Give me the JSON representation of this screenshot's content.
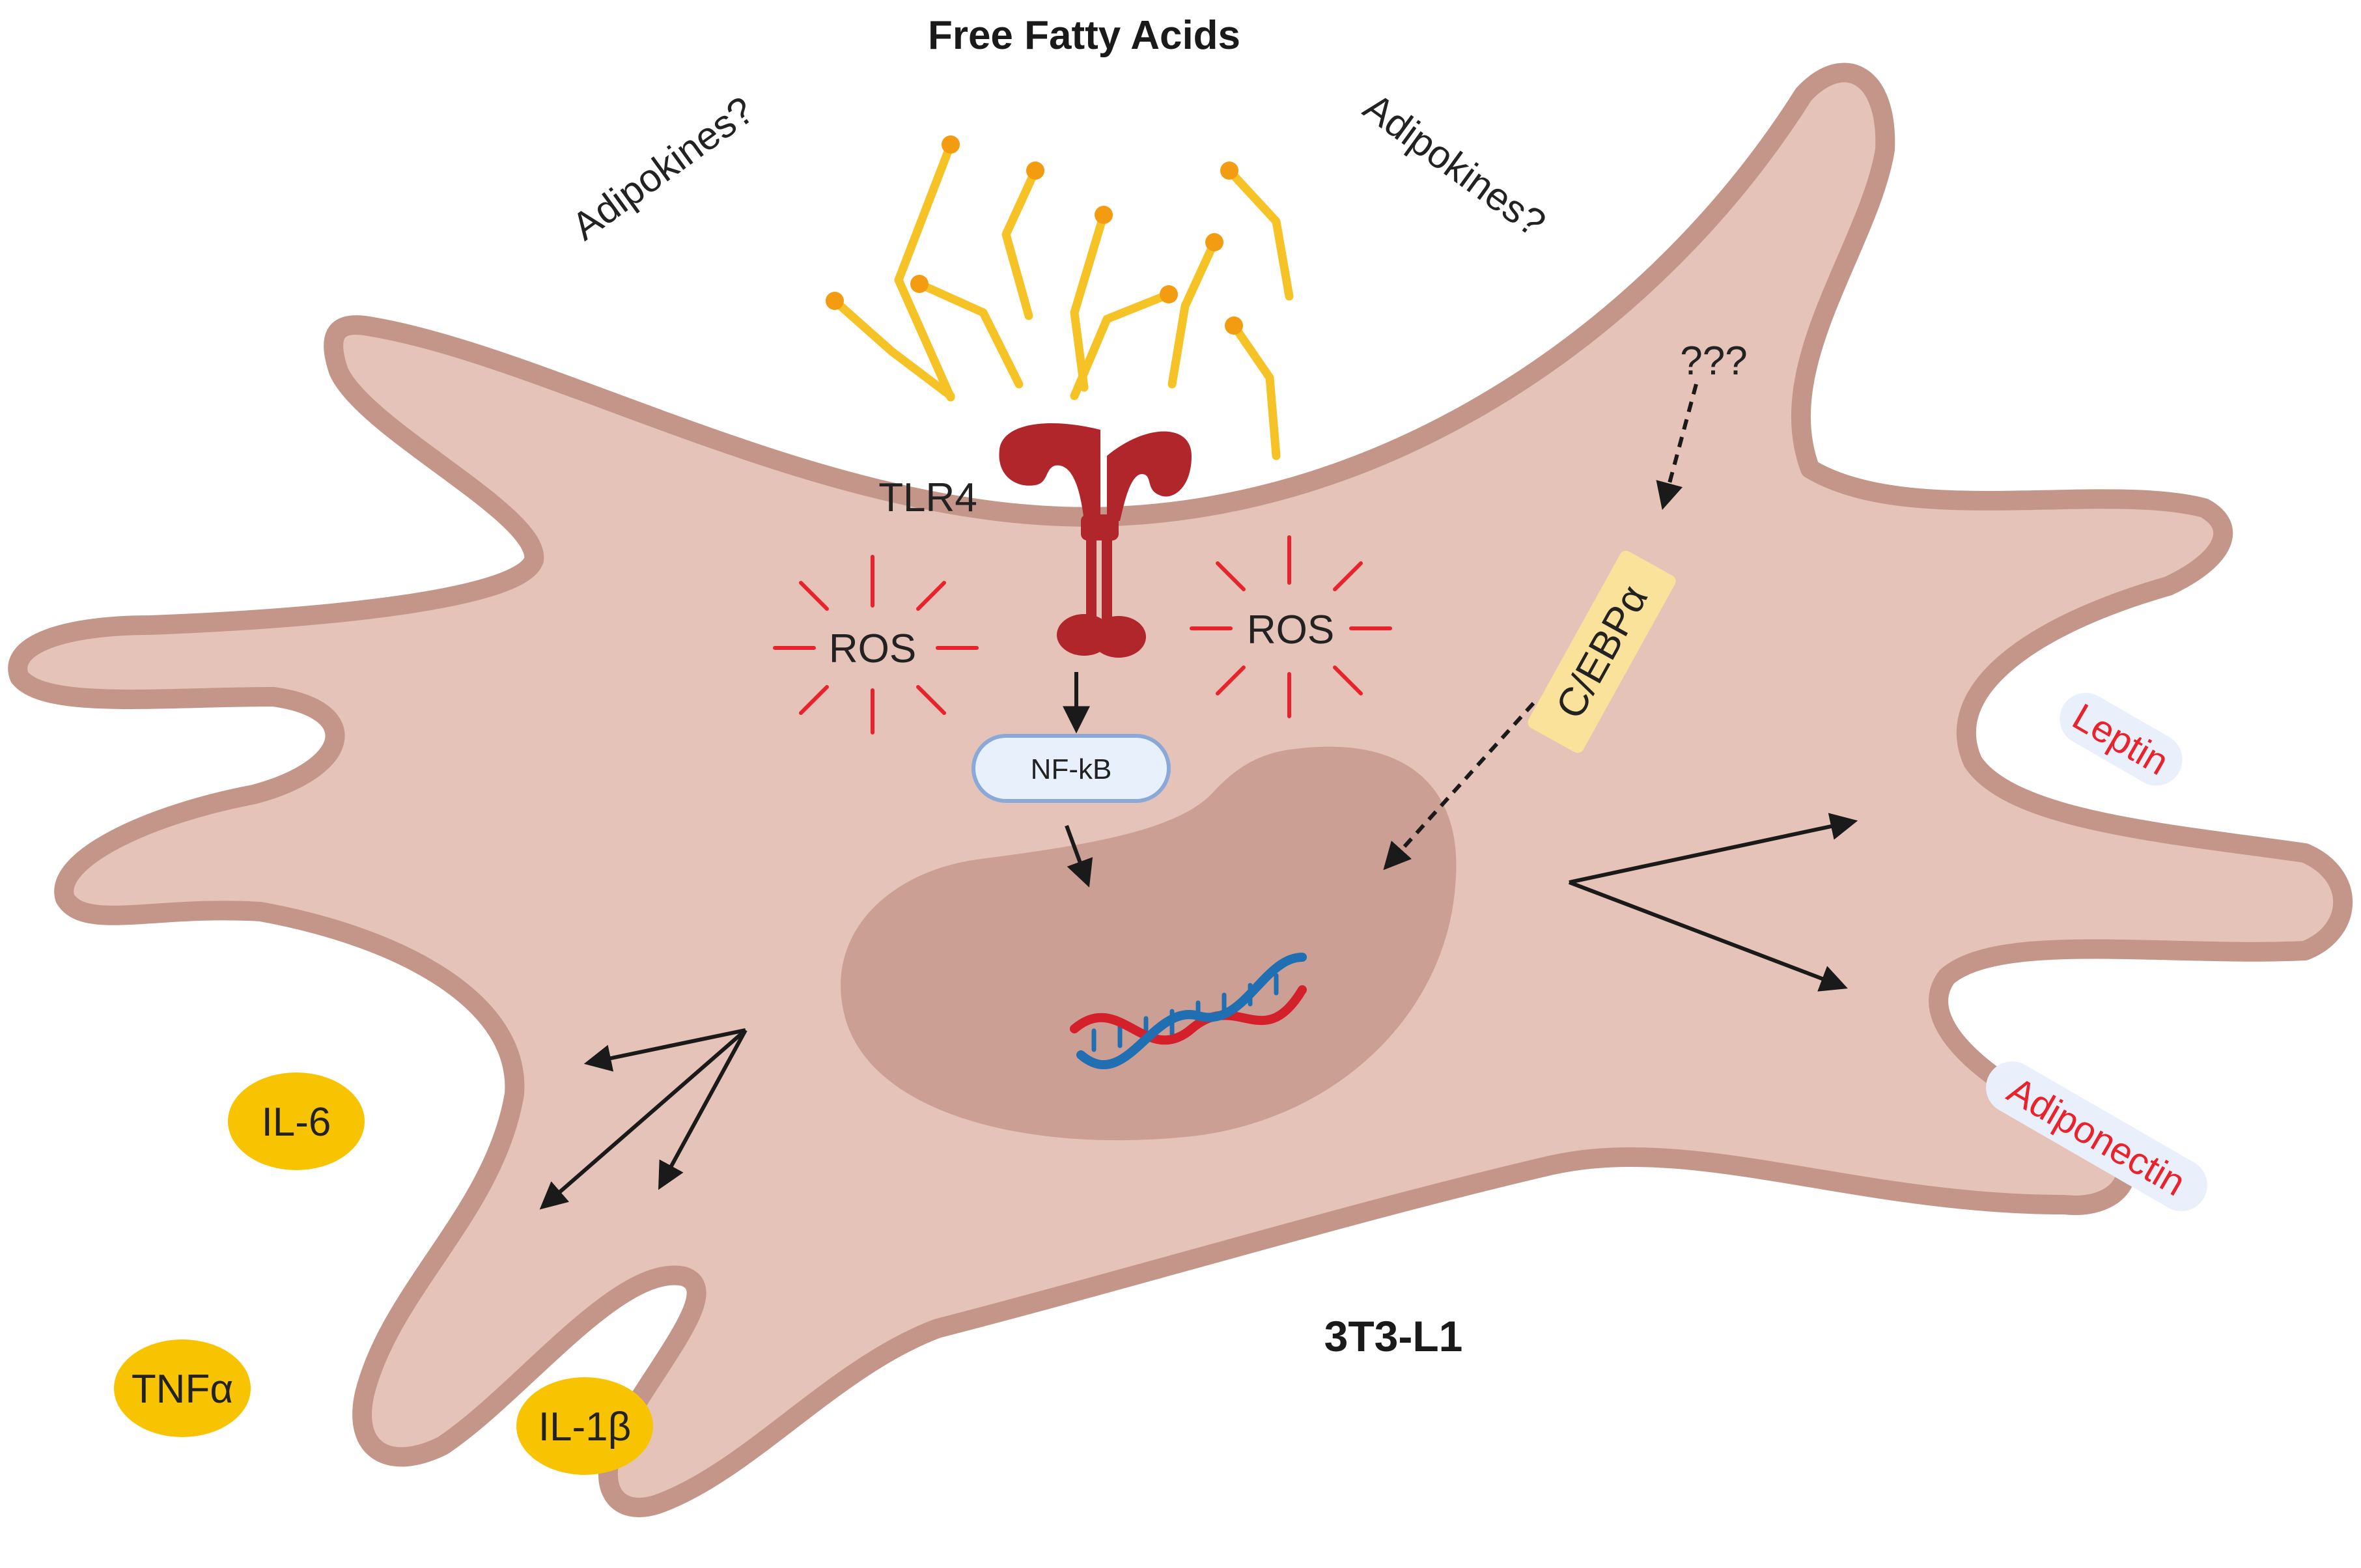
{
  "labels": {
    "free_fatty_acids": "Free Fatty Acids",
    "adipokines_left": "Adipokines?",
    "adipokines_right": "Adipokines?",
    "tlr4": "TLR4",
    "ros": "ROS",
    "nfkb": "NF-kB",
    "unknown": "???",
    "cebpa": "C/EBPα",
    "leptin": "Leptin",
    "adiponectin": "Adiponectin",
    "il6": "IL-6",
    "tnfa": "TNFα",
    "il1b": "IL-1β",
    "cell_line": "3T3-L1"
  },
  "colors": {
    "cell_fill": "#e5c3b8",
    "cell_stroke": "#c4968a",
    "nucleus": "#cc9f95",
    "fatty_acid": "#f6c326",
    "fatty_acid_head": "#f39c12",
    "receptor": "#b0262b",
    "ros": "#e8232b",
    "nfkb_fill": "#e8f1fb",
    "nfkb_stroke": "#8aa9d8",
    "cebpa_fill": "#fbe29a",
    "cytokine_fill": "#f8c300",
    "adipokine_badge": "#eaf0fb",
    "adipokine_text": "#e8232b",
    "dna_red": "#d3202a",
    "dna_blue": "#1f6fb2",
    "arrow": "#1a1a1a"
  },
  "icons": [
    "fatty-acid-icon",
    "tlr4-receptor-icon",
    "ros-burst-icon",
    "dna-helix-icon"
  ]
}
